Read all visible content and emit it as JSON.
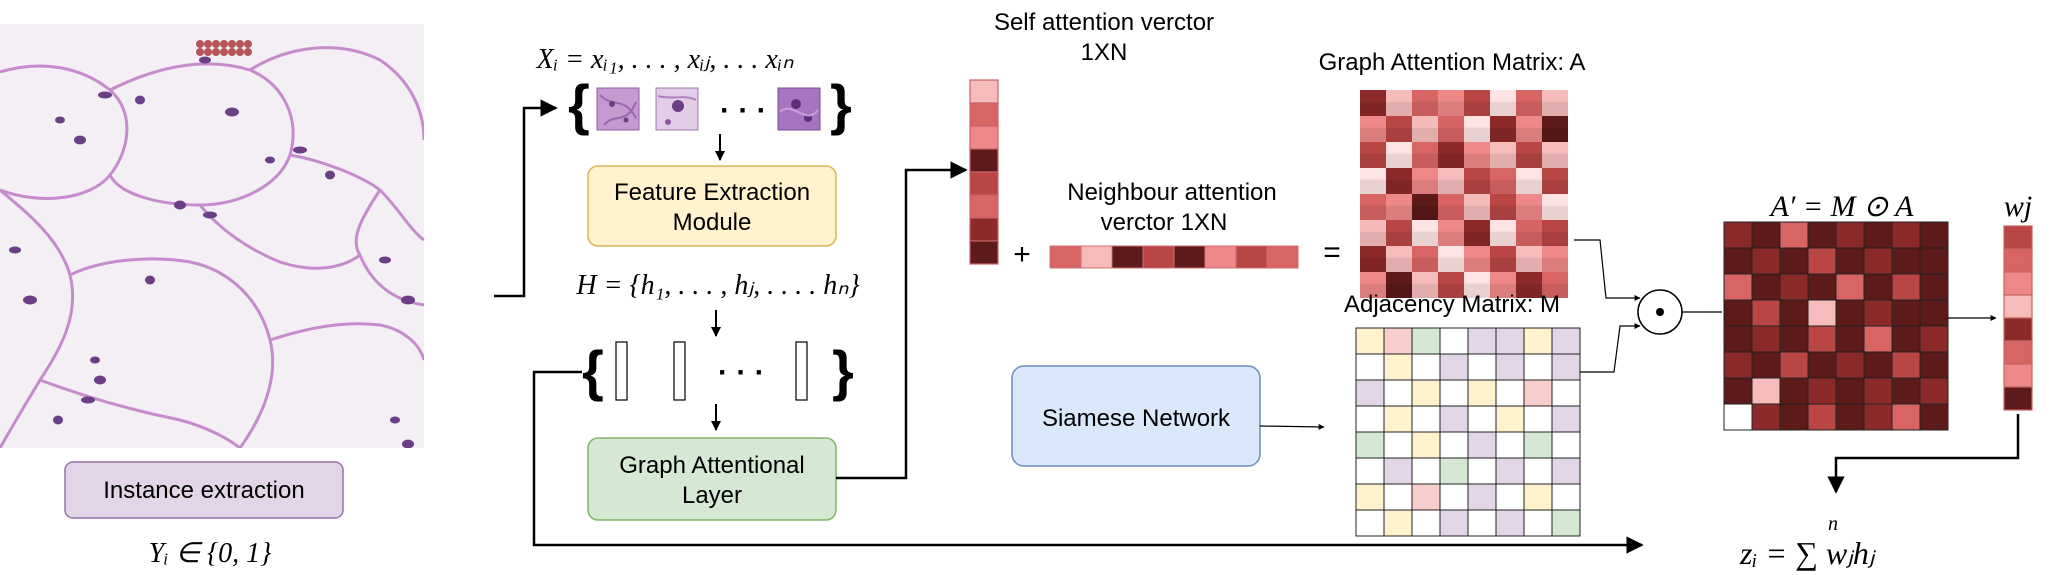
{
  "colors": {
    "instance_box_fill": "#e1d5e7",
    "instance_box_stroke": "#9673a6",
    "feature_box_fill": "#fff2cc",
    "feature_box_stroke": "#d6b656",
    "gat_box_fill": "#d5e8d4",
    "gat_box_stroke": "#82b366",
    "siamese_box_fill": "#dae8fc",
    "siamese_box_stroke": "#6c8ebf",
    "tissue_bg": "#f4eff4",
    "tissue_membrane": "#c58bcc",
    "tissue_nucleus": "#6a3f85",
    "tissue_rbc": "#b8555a",
    "heat_palette": [
      "#5c1a1b",
      "#8c2a2a",
      "#b94545",
      "#d96464",
      "#ef8888",
      "#f6bcbc",
      "#fde3e3",
      "#ffffff"
    ],
    "adj_palette": [
      "#ffffff",
      "#e1d5e7",
      "#fff2cc",
      "#d5e8d4",
      "#f8cecc"
    ]
  },
  "icons": {
    "patch_icon": "tissue-patch-icon",
    "feature_icon": "feature-bar-icon",
    "hadamard_icon": "hadamard-circle-dot-icon"
  },
  "labels": {
    "instance_extraction": "Instance extraction",
    "label_set": "Yᵢ ∈ {0, 1}",
    "xi_formula": "Xᵢ = xᵢ₁, . . . , xᵢⱼ, . . . xᵢₙ",
    "h_formula": "H = {h₁, . . . , hⱼ, . . . . hₙ}",
    "feature_extraction_line1": "Feature Extraction",
    "feature_extraction_line2": "Module",
    "gat_line1": "Graph Attentional",
    "gat_line2": "Layer",
    "self_attention_line1": "Self attention verctor",
    "self_attention_line2": "1XN",
    "neighbour_line1": "Neighbour attention",
    "neighbour_line2": "verctor 1XN",
    "plus": "+",
    "equals": "=",
    "graph_attention_matrix": "Graph Attention Matrix: A",
    "adjacency_matrix": "Adjacency Matrix: M",
    "siamese_network": "Siamese Network",
    "a_prime_formula": "A′ = M ⊙ A",
    "wj": "wj",
    "zi_formula": "zᵢ = ∑ wⱼhⱼ",
    "sum_upper": "n",
    "ellipsis": "· · ·",
    "hadamard_symbol": "·",
    "brace_open": "{",
    "brace_close": "}"
  },
  "self_attention_vector": [
    5,
    3,
    4,
    0,
    2,
    3,
    1,
    0
  ],
  "neighbour_attention_vector": [
    3,
    5,
    0,
    2,
    0,
    4,
    2,
    3
  ],
  "weight_vector": [
    2,
    3,
    4,
    5,
    1,
    3,
    4,
    0
  ],
  "graph_attention_matrix": [
    [
      1,
      5,
      3,
      4,
      2,
      6,
      3,
      5
    ],
    [
      4,
      2,
      5,
      3,
      6,
      1,
      4,
      0
    ],
    [
      2,
      6,
      3,
      1,
      4,
      5,
      2,
      5
    ],
    [
      6,
      1,
      4,
      5,
      2,
      3,
      6,
      2
    ],
    [
      3,
      4,
      0,
      3,
      5,
      2,
      4,
      6
    ],
    [
      5,
      2,
      6,
      4,
      1,
      6,
      3,
      2
    ],
    [
      1,
      5,
      3,
      6,
      4,
      2,
      5,
      4
    ],
    [
      4,
      0,
      5,
      2,
      6,
      4,
      1,
      3
    ]
  ],
  "adjacency_matrix": [
    [
      2,
      4,
      3,
      0,
      1,
      1,
      2,
      1
    ],
    [
      0,
      2,
      0,
      1,
      0,
      1,
      0,
      1
    ],
    [
      1,
      0,
      2,
      0,
      2,
      0,
      4,
      0
    ],
    [
      0,
      2,
      0,
      1,
      0,
      2,
      0,
      1
    ],
    [
      3,
      0,
      2,
      0,
      1,
      0,
      3,
      0
    ],
    [
      0,
      1,
      0,
      3,
      0,
      1,
      0,
      1
    ],
    [
      2,
      0,
      4,
      0,
      1,
      0,
      2,
      0
    ],
    [
      0,
      2,
      0,
      1,
      0,
      1,
      0,
      3
    ]
  ],
  "masked_matrix": [
    [
      1,
      0,
      3,
      0,
      1,
      0,
      1,
      0
    ],
    [
      0,
      1,
      0,
      2,
      0,
      1,
      0,
      0
    ],
    [
      3,
      0,
      1,
      0,
      3,
      0,
      2,
      0
    ],
    [
      0,
      2,
      0,
      5,
      0,
      1,
      0,
      0
    ],
    [
      0,
      1,
      0,
      2,
      0,
      3,
      0,
      1
    ],
    [
      1,
      0,
      2,
      0,
      1,
      0,
      2,
      0
    ],
    [
      0,
      5,
      0,
      1,
      0,
      1,
      0,
      1
    ],
    [
      7,
      1,
      0,
      2,
      0,
      1,
      3,
      0
    ]
  ]
}
